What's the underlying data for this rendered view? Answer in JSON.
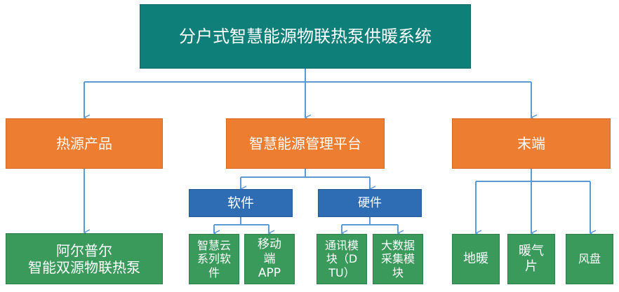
{
  "diagram": {
    "root": {
      "label": "分户式智慧能源物联热泵供暖系统"
    },
    "level1": [
      {
        "label": "热源产品"
      },
      {
        "label": "智慧能源管理平台"
      },
      {
        "label": "末端"
      }
    ],
    "heat_source": {
      "label": "阿尔普尔\n智能双源物联热泵"
    },
    "platform": {
      "software": {
        "label": "软件",
        "children": [
          {
            "label": "智慧云\n系列软\n件"
          },
          {
            "label": "移动\n端\nAPP"
          }
        ]
      },
      "hardware": {
        "label": "硬件",
        "children": [
          {
            "label": "通讯模\n块（D\nTU）"
          },
          {
            "label": "大数据\n采集模\n块"
          }
        ]
      }
    },
    "terminal": {
      "children": [
        {
          "label": "地暖"
        },
        {
          "label": "暖气\n片"
        },
        {
          "label": "风盘"
        }
      ]
    },
    "colors": {
      "root": "#0f7f7a",
      "level1": "#ed7d31",
      "group": "#2e6db4",
      "leaf": "#3a9a5b",
      "connector": "#5b9bd5"
    }
  }
}
